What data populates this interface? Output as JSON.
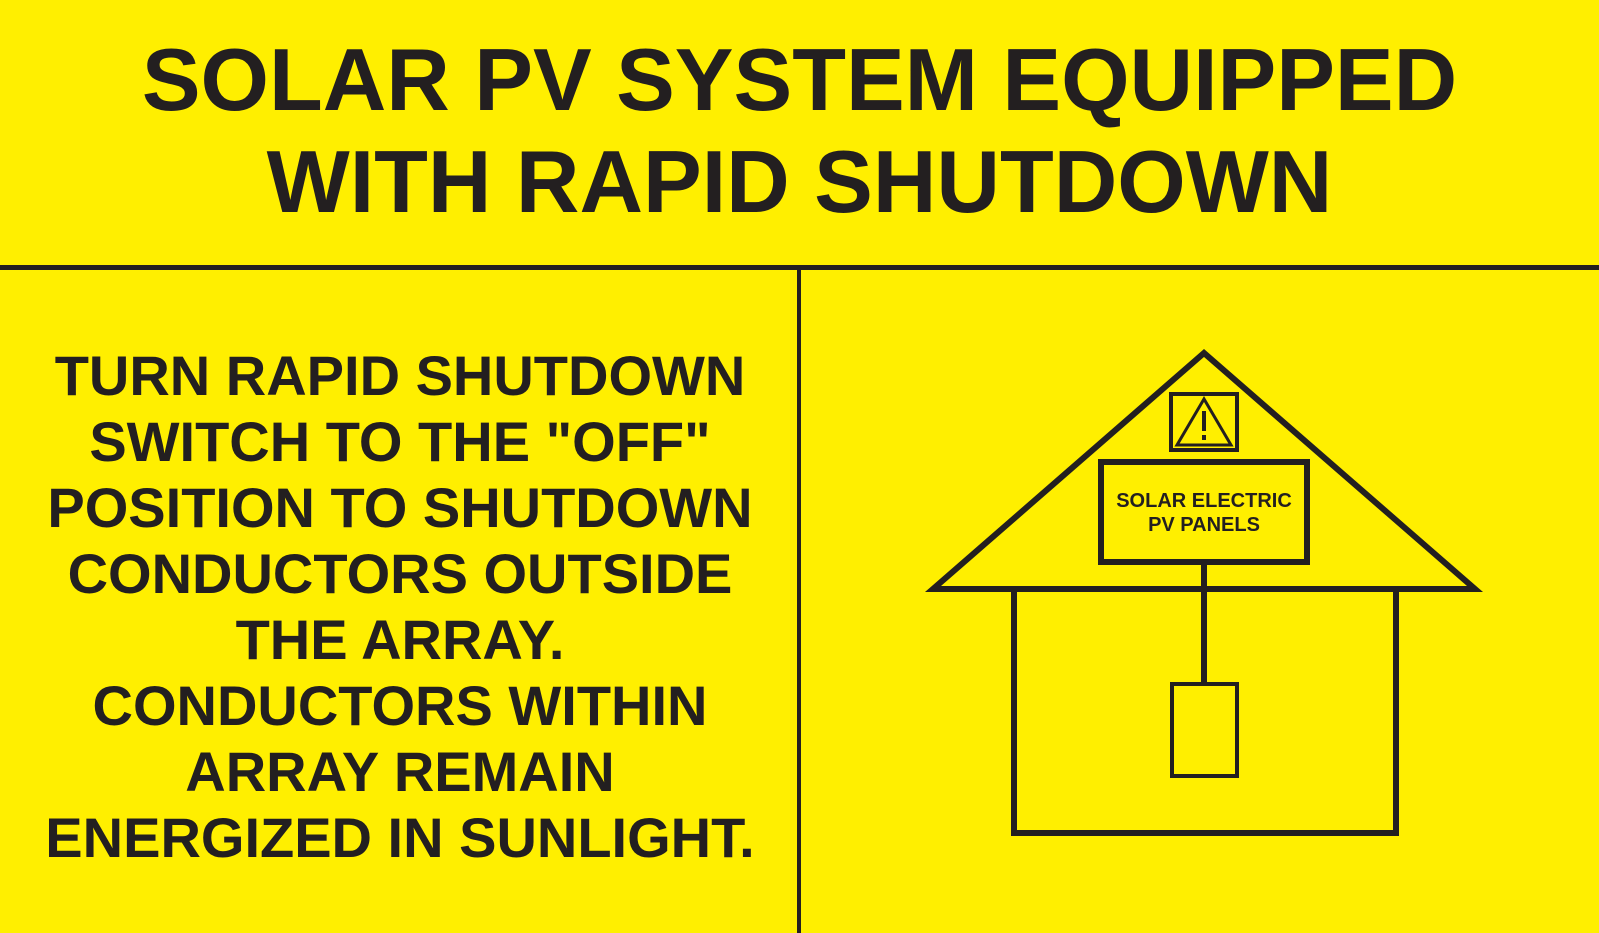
{
  "header": {
    "title_line_1": "SOLAR PV SYSTEM EQUIPPED",
    "title_line_2": "WITH RAPID SHUTDOWN"
  },
  "instructions": {
    "lines": [
      "TURN RAPID SHUTDOWN",
      "SWITCH TO THE \"OFF\"",
      "POSITION TO SHUTDOWN",
      "CONDUCTORS OUTSIDE",
      "THE ARRAY.",
      "CONDUCTORS WITHIN",
      "ARRAY REMAIN",
      "ENERGIZED IN SUNLIGHT."
    ]
  },
  "diagram": {
    "panel_label_line_1": "SOLAR ELECTRIC",
    "panel_label_line_2": "PV PANELS",
    "warning_icon": "warning-triangle-icon",
    "house_icon": "house-icon"
  },
  "colors": {
    "background": "#FFEF00",
    "ink": "#231F20"
  }
}
